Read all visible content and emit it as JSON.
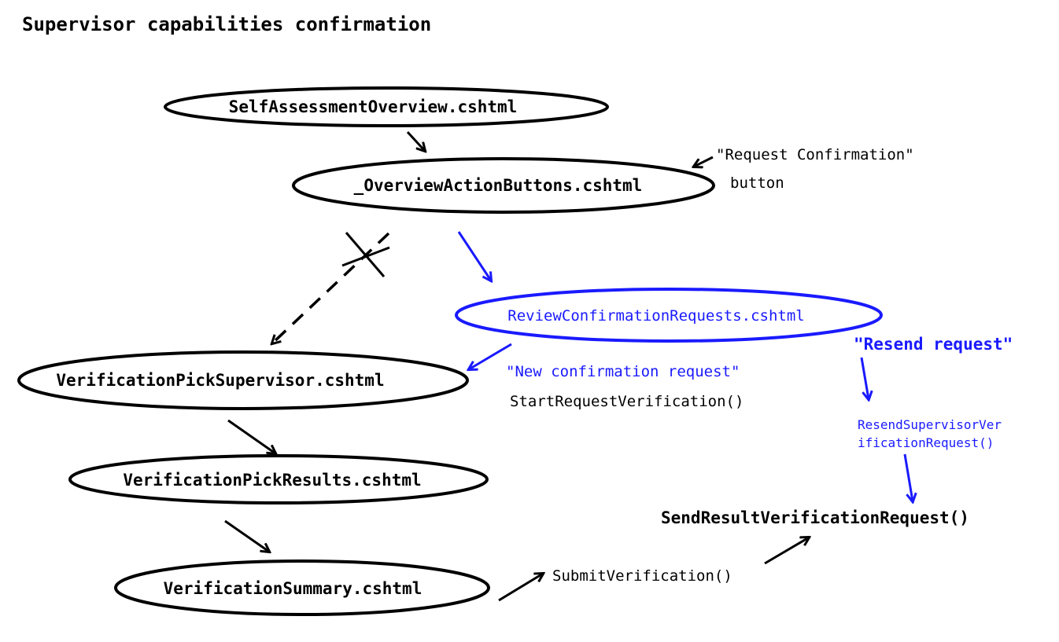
{
  "title": "Supervisor capabilities confirmation",
  "nodes": {
    "self_assessment_overview": "SelfAssessmentOverview.cshtml",
    "overview_action_buttons": "_OverviewActionButtons.cshtml",
    "review_confirmation_requests": "ReviewConfirmationRequests.cshtml",
    "verification_pick_supervisor": "VerificationPickSupervisor.cshtml",
    "verification_pick_results": "VerificationPickResults.cshtml",
    "verification_summary": "VerificationSummary.cshtml"
  },
  "annotations": {
    "request_confirmation": "\"Request Confirmation\"",
    "button": "button",
    "new_confirmation_request": "\"New confirmation request\"",
    "start_request_verification": "StartRequestVerification()",
    "resend_request": "\"Resend request\"",
    "resend_method_line1": "ResendSupervisorVer",
    "resend_method_line2": "ificationRequest()",
    "send_result_verification_request": "SendResultVerificationRequest()",
    "submit_verification": "SubmitVerification()"
  },
  "colors": {
    "black": "#000000",
    "blue": "#1a1aff"
  }
}
